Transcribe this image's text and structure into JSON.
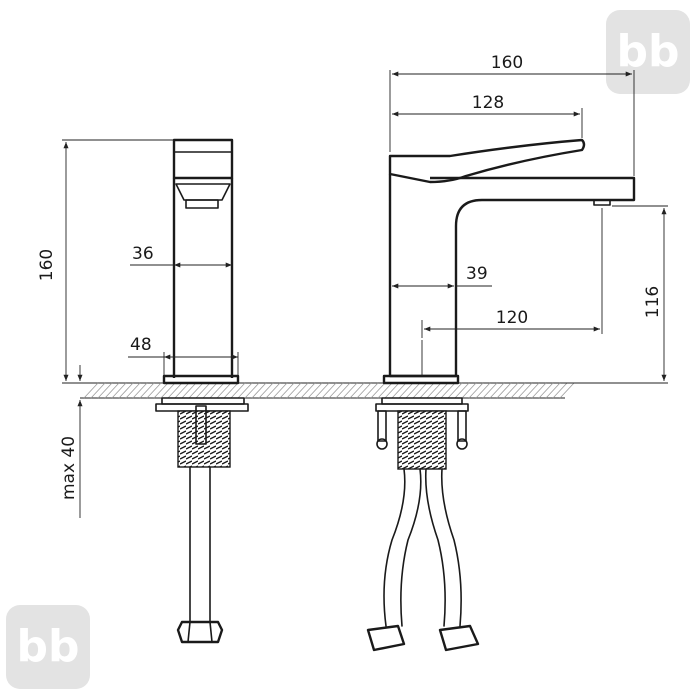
{
  "dimensions": {
    "side_height": "160",
    "body_width": "36",
    "base_width": "48",
    "counter_thickness": "max 40",
    "total_length": "160",
    "handle_length": "128",
    "spout_depth": "39",
    "spout_reach": "120",
    "spout_height": "116"
  },
  "logos": {
    "top_right": "bb",
    "bottom_left": "bb"
  },
  "colors": {
    "line": "#1a1a1a",
    "hatch": "#9a9a9a",
    "logo": "#e3e3e3"
  }
}
